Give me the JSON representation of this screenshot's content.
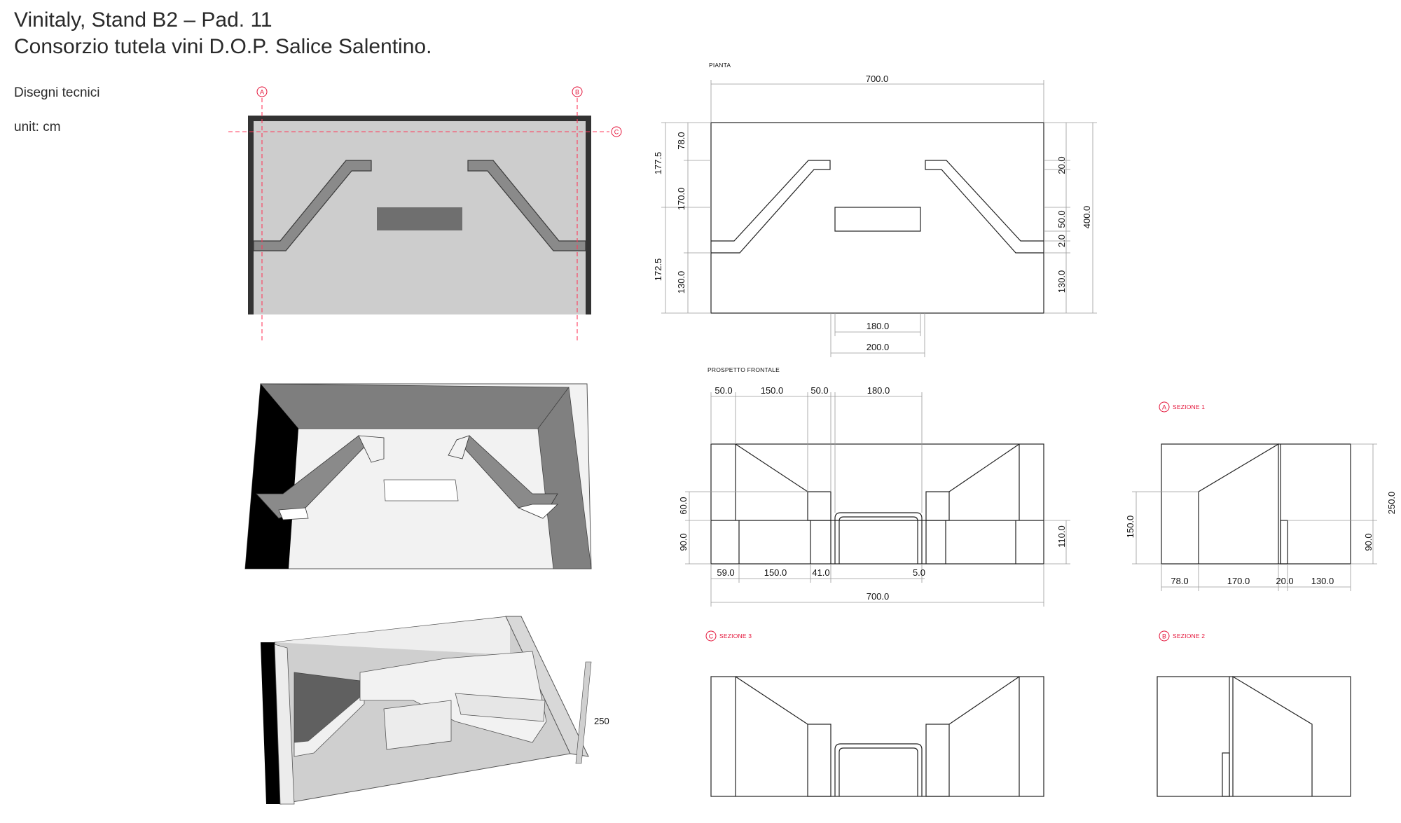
{
  "header": {
    "title_line1": "Vinitaly, Stand B2 – Pad. 11",
    "title_line2": "Consorzio tutela vini D.O.P. Salice Salentino.",
    "subtitle": "Disegni tecnici",
    "unit": "unit: cm"
  },
  "plan_markers": {
    "a": "A",
    "b": "B",
    "c": "C"
  },
  "pianta": {
    "title": "PIANTA",
    "dims": {
      "width_top": "700.0",
      "left_total_upper": "177.5",
      "left_total_lower": "172.5",
      "left_78": "78.0",
      "left_170": "170.0",
      "left_130": "130.0",
      "right_20": "20.0",
      "right_50": "50.0",
      "right_2": "2.0",
      "right_130": "130.0",
      "right_total": "400.0",
      "bottom_180": "180.0",
      "bottom_200": "200.0"
    }
  },
  "prospetto": {
    "title": "PROSPETTO FRONTALE",
    "dims": {
      "top_50a": "50.0",
      "top_150": "150.0",
      "top_50b": "50.0",
      "top_180": "180.0",
      "left_60": "60.0",
      "left_90": "90.0",
      "right_110": "110.0",
      "bottom_59": "59.0",
      "bottom_150": "150.0",
      "bottom_41": "41.0",
      "bottom_5": "5.0",
      "bottom_700": "700.0"
    }
  },
  "sezione1": {
    "marker": "A",
    "title": "SEZIONE 1",
    "dims": {
      "left_150": "150.0",
      "right_250": "250.0",
      "right_90": "90.0",
      "bottom_78": "78.0",
      "bottom_170": "170.0",
      "bottom_20": "20.0",
      "bottom_130": "130.0"
    }
  },
  "sezione3": {
    "marker": "C",
    "title": "SEZIONE 3"
  },
  "sezione2": {
    "marker": "B",
    "title": "SEZIONE 2"
  },
  "perspective": {
    "height_label": "250"
  },
  "colors": {
    "accent_red": "#e4143a",
    "floor_grey": "#cccccc",
    "wall_dark": "#333333"
  }
}
